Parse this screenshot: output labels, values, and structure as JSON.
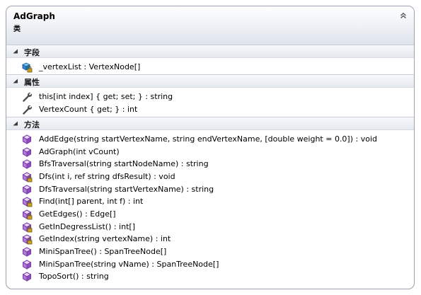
{
  "header": {
    "title": "AdGraph",
    "subtitle": "类",
    "collapse_icon": "double-chevron-up-icon"
  },
  "sections": {
    "fields": {
      "title": "字段",
      "items": [
        {
          "label": "_vertexList : VertexNode[]",
          "icon": "private-field-icon"
        }
      ]
    },
    "properties": {
      "title": "属性",
      "items": [
        {
          "label": "this[int index] { get; set; } : string",
          "icon": "property-wrench-icon"
        },
        {
          "label": "VertexCount { get; } : int",
          "icon": "property-wrench-icon"
        }
      ]
    },
    "methods": {
      "title": "方法",
      "items": [
        {
          "label": "AddEdge(string startVertexName, string endVertexName, [double weight = 0.0]) : void",
          "icon": "method-cube-icon",
          "private": false
        },
        {
          "label": "AdGraph(int vCount)",
          "icon": "method-cube-icon",
          "private": false
        },
        {
          "label": "BfsTraversal(string startNodeName) : string",
          "icon": "method-cube-icon",
          "private": false
        },
        {
          "label": "Dfs(int i, ref string dfsResult) : void",
          "icon": "private-method-cube-icon",
          "private": true
        },
        {
          "label": "DfsTraversal(string startVertexName) : string",
          "icon": "method-cube-icon",
          "private": false
        },
        {
          "label": "Find(int[] parent, int f) : int",
          "icon": "private-method-cube-icon",
          "private": true
        },
        {
          "label": "GetEdges() : Edge[]",
          "icon": "private-method-cube-icon",
          "private": true
        },
        {
          "label": "GetInDegressList() : int[]",
          "icon": "private-method-cube-icon",
          "private": true
        },
        {
          "label": "GetIndex(string vertexName) : int",
          "icon": "private-method-cube-icon",
          "private": true
        },
        {
          "label": "MiniSpanTree() : SpanTreeNode[]",
          "icon": "method-cube-icon",
          "private": false
        },
        {
          "label": "MiniSpanTree(string vName) : SpanTreeNode[]",
          "icon": "method-cube-icon",
          "private": false
        },
        {
          "label": "TopoSort() : string",
          "icon": "method-cube-icon",
          "private": false
        }
      ]
    }
  },
  "colors": {
    "border": "#9aa1ac",
    "method_icon": "#9b5cc6",
    "field_icon": "#1e6fb8",
    "wrench_icon": "#4a4a4a"
  }
}
